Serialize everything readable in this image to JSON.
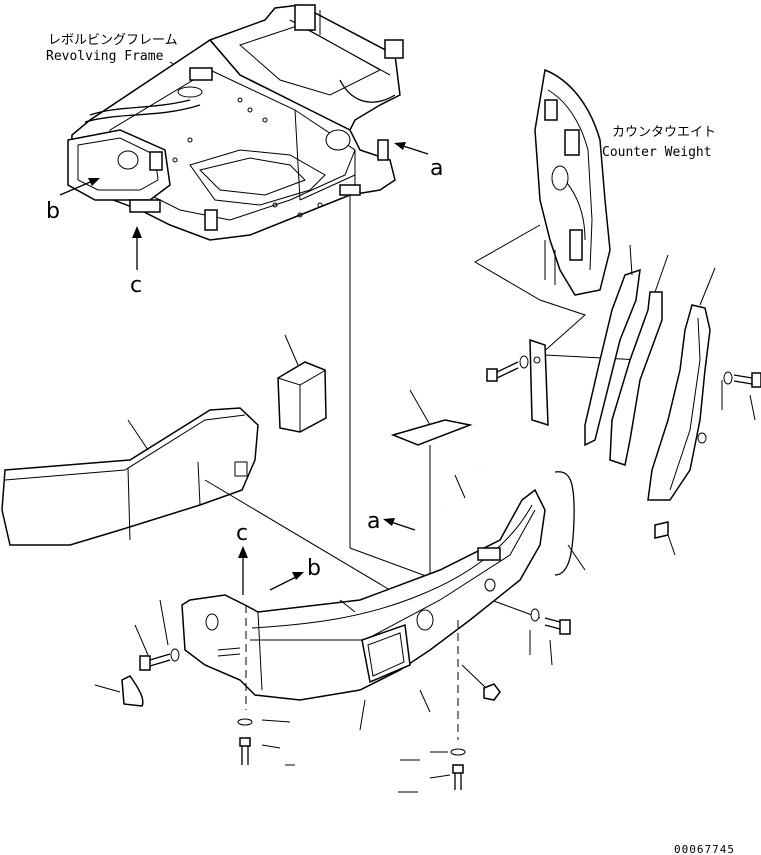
{
  "labels": {
    "revolving_frame_jp": "レボルビングフレーム",
    "revolving_frame_en": "Revolving Frame",
    "counter_weight_jp": "カウンタウエイト",
    "counter_weight_en": "Counter Weight",
    "callout_a": "a",
    "callout_b": "b",
    "callout_c": "c",
    "drawing_number": "00067745"
  }
}
